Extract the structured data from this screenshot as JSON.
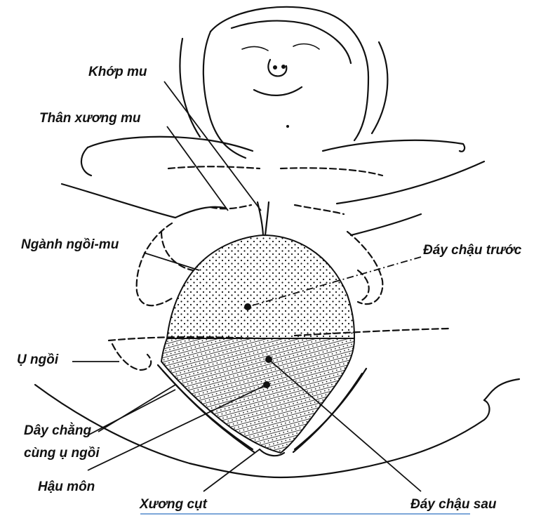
{
  "labels": {
    "khop_mu": "Khớp mu",
    "than_xuong_mu": "Thân xương mu",
    "nganh_ngoi_mu": "Ngành ngồi-mu",
    "day_chau_truoc": "Đáy chậu trước",
    "u_ngoi": "Ụ ngồi",
    "day_chang_line1": "Dây chằng",
    "day_chang_line2": "cùng ụ ngồi",
    "hau_mon": "Hậu môn",
    "xuong_cut": "Xương cụt",
    "day_chau_sau": "Đáy chậu sau"
  },
  "colors": {
    "ink": "#111111",
    "background": "#ffffff",
    "rule": "#7da7d9"
  }
}
